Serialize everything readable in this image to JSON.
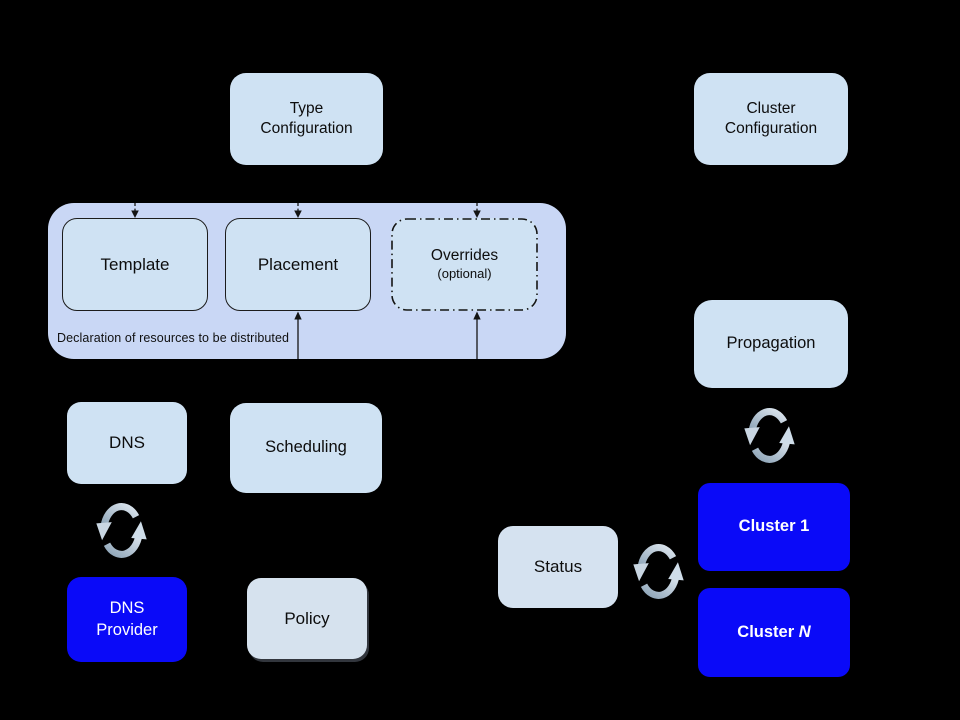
{
  "diagram": {
    "background_color": "#000000",
    "colors": {
      "light_box": "#cfe2f3",
      "group_container": "#c9d7f5",
      "cluster_blue": "#0a0af8",
      "sync_arrow_light": "#dde6ef",
      "sync_arrow_dark": "#8da4b7",
      "text_dark": "#0d0d0d",
      "text_on_blue": "#ffffff"
    },
    "nodes": {
      "type_config": {
        "line1": "Type",
        "line2": "Configuration"
      },
      "cluster_config": {
        "line1": "Cluster",
        "line2": "Configuration"
      },
      "template": {
        "label": "Template"
      },
      "placement": {
        "label": "Placement"
      },
      "overrides": {
        "label": "Overrides",
        "sublabel": "(optional)"
      },
      "dns": {
        "label": "DNS"
      },
      "scheduling": {
        "label": "Scheduling"
      },
      "propagation": {
        "label": "Propagation"
      },
      "status": {
        "label": "Status"
      },
      "policy": {
        "label": "Policy"
      },
      "dns_provider": {
        "line1": "DNS",
        "line2": "Provider"
      },
      "cluster_1": {
        "prefix": "Cluster",
        "suffix": "1"
      },
      "cluster_n": {
        "prefix": "Cluster",
        "suffix": "N"
      }
    },
    "group_caption": "Declaration of resources to be distributed",
    "icons": {
      "sync": "sync-icon (two circular chasing arrows)"
    }
  }
}
